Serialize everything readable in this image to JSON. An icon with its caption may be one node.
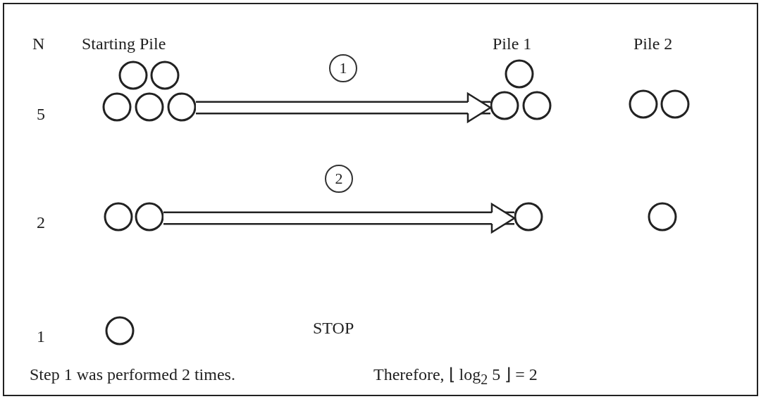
{
  "diagram": {
    "nodes": [
      {
        "text": [],
        "shape": "circle"
      },
      {
        "text": [],
        "shape": "circle"
      },
      {
        "text": [],
        "shape": "circle"
      },
      {
        "text": [],
        "shape": "circle"
      },
      {
        "text": [],
        "shape": "circle"
      },
      {
        "text": [],
        "shape": "circle"
      },
      {
        "text": [],
        "shape": "circle"
      }
    ],
    "edges": [
      {
        "from": 0,
        "to": 1,
        "arrow": "to",
        "label": "1"
      },
      {
        "from": 3,
        "to": 4,
        "arrow": "to",
        "label": "2"
      }
    ],
    "labels": [
      "N",
      "Starting Pile",
      "Pile 1",
      "Pile 2",
      "5",
      "2",
      "1",
      "STOP",
      "Step 1 was performed 2 times.",
      "Therefore, ⌊ log$_{2}$ 5 ⌋ = 2"
    ]
  }
}
